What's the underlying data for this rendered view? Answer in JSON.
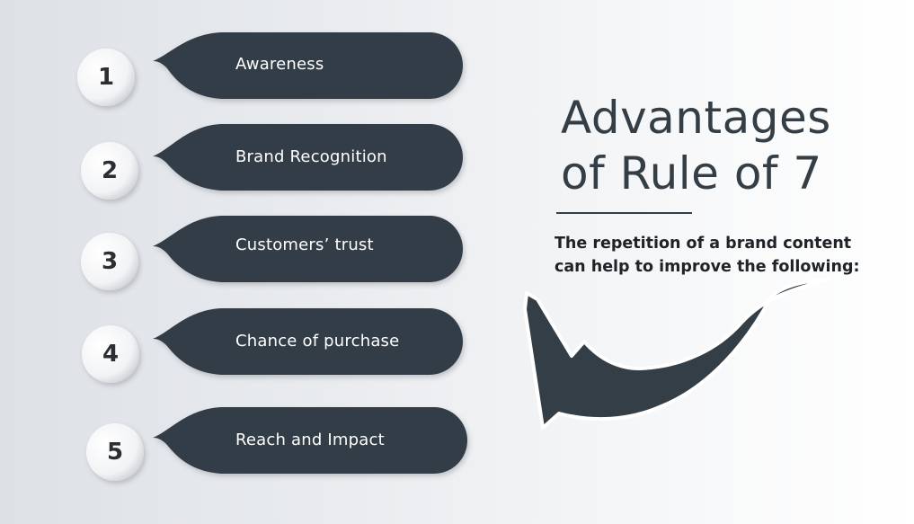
{
  "colors": {
    "pill": "#333e47",
    "text_dark": "#333e47",
    "circle": "#ffffff"
  },
  "heading": {
    "line1": "Advantages",
    "line2": "of Rule of 7"
  },
  "description": {
    "line1": "The repetition of a brand content",
    "line2": "can help to improve the following:"
  },
  "items": [
    {
      "number": "1",
      "label": "Awareness"
    },
    {
      "number": "2",
      "label": "Brand Recognition"
    },
    {
      "number": "3",
      "label": "Customers’ trust"
    },
    {
      "number": "4",
      "label": "Chance of purchase"
    },
    {
      "number": "5",
      "label": "Reach and Impact"
    }
  ],
  "icons": {
    "arrow": "curved-arrow-icon"
  }
}
